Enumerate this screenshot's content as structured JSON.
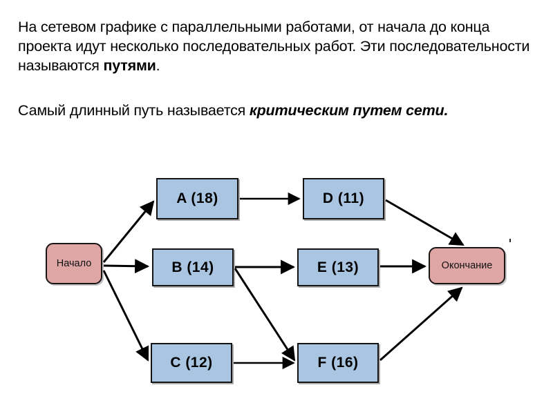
{
  "slide": {
    "paragraph_1": {
      "segments": [
        {
          "text": "На сетевом графике с параллельными работами, от начала до конца проекта идут несколько последовательных работ. Эти последовательности называются ",
          "style": "normal"
        },
        {
          "text": "путями",
          "style": "bold"
        },
        {
          "text": ".",
          "style": "normal"
        }
      ]
    },
    "paragraph_2": {
      "segments": [
        {
          "text": "Самый длинный путь называется ",
          "style": "normal"
        },
        {
          "text": "критическим путем сети.",
          "style": "bold-italic"
        }
      ]
    }
  },
  "diagram": {
    "type": "network-activity-on-node",
    "colors": {
      "task_fill": "#a9c5e2",
      "terminal_fill": "#dfa6a6",
      "border": "#141414",
      "arrow": "#000000",
      "background": "#ffffff"
    },
    "nodes": [
      {
        "id": "start",
        "label": "Начало",
        "kind": "terminal"
      },
      {
        "id": "a",
        "label": "A (18)",
        "kind": "task",
        "task": "A",
        "duration": 18
      },
      {
        "id": "b",
        "label": "B (14)",
        "kind": "task",
        "task": "B",
        "duration": 14
      },
      {
        "id": "c",
        "label": "C (12)",
        "kind": "task",
        "task": "C",
        "duration": 12
      },
      {
        "id": "d",
        "label": "D (11)",
        "kind": "task",
        "task": "D",
        "duration": 11
      },
      {
        "id": "e",
        "label": "E (13)",
        "kind": "task",
        "task": "E",
        "duration": 13
      },
      {
        "id": "f",
        "label": "F (16)",
        "kind": "task",
        "task": "F",
        "duration": 16
      },
      {
        "id": "end",
        "label": "Окончание",
        "kind": "terminal"
      }
    ],
    "edges": [
      {
        "from": "start",
        "to": "a"
      },
      {
        "from": "start",
        "to": "b"
      },
      {
        "from": "start",
        "to": "c"
      },
      {
        "from": "a",
        "to": "d"
      },
      {
        "from": "b",
        "to": "e"
      },
      {
        "from": "b",
        "to": "f"
      },
      {
        "from": "c",
        "to": "f"
      },
      {
        "from": "d",
        "to": "end"
      },
      {
        "from": "e",
        "to": "end"
      },
      {
        "from": "f",
        "to": "end"
      }
    ]
  }
}
